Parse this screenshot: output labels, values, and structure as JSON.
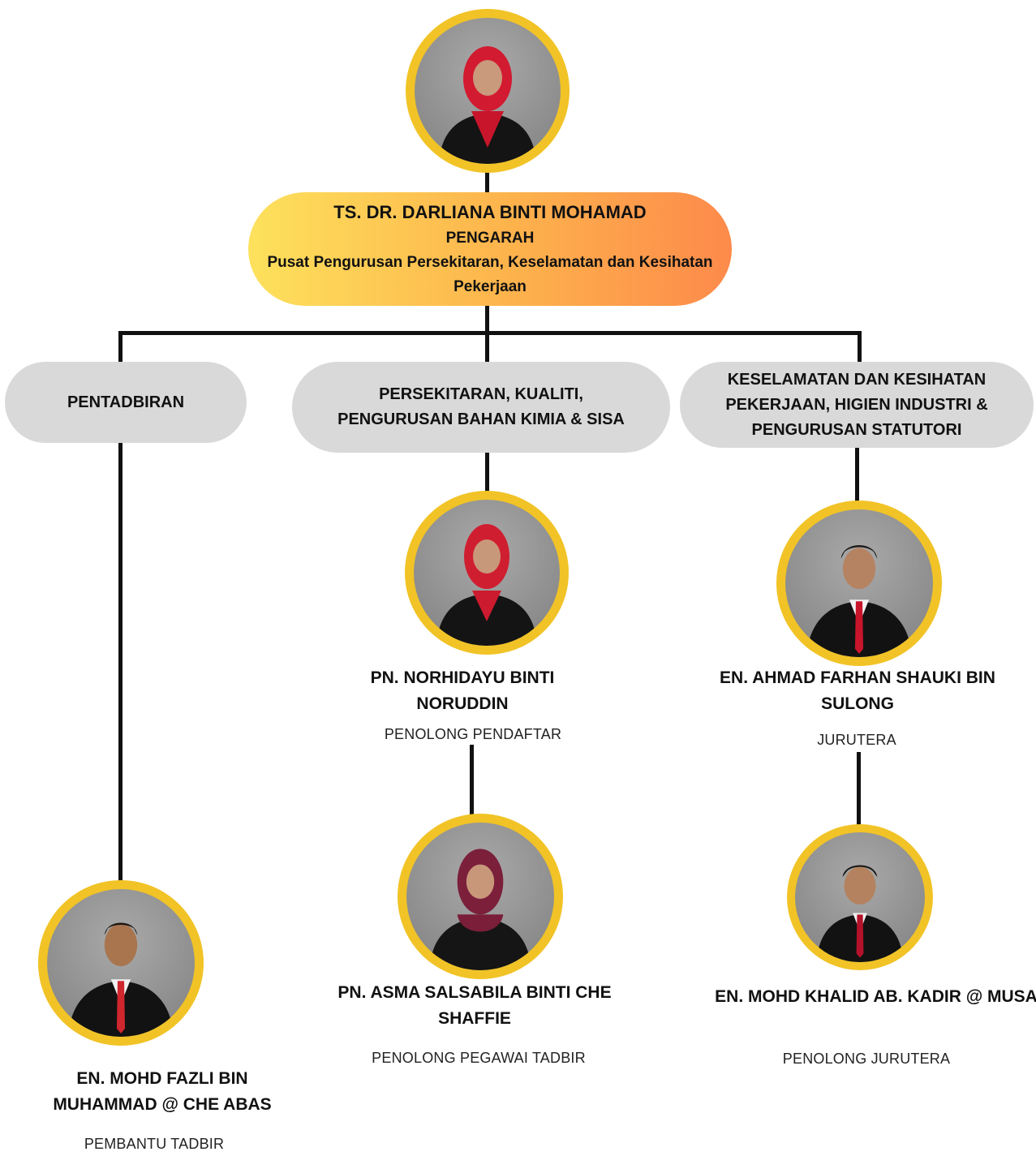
{
  "director": {
    "name": "TS. DR. DARLIANA BINTI MOHAMAD",
    "position": "PENGARAH",
    "organization": "Pusat Pengurusan Persekitaran, Keselamatan dan Kesihatan Pekerjaan"
  },
  "units": [
    {
      "label": "PENTADBIRAN"
    },
    {
      "label": "PERSEKITARAN, KUALITI, PENGURUSAN BAHAN KIMIA & SISA"
    },
    {
      "label": "KESELAMATAN DAN KESIHATAN PEKERJAAN, HIGIEN INDUSTRI & PENGURUSAN STATUTORI"
    }
  ],
  "staff": [
    {
      "name": "PN. NORHIDAYU BINTI NORUDDIN",
      "role": "PENOLONG PENDAFTAR"
    },
    {
      "name": "EN. AHMAD FARHAN SHAUKI BIN SULONG",
      "role": "JURUTERA"
    },
    {
      "name": "PN. ASMA SALSABILA BINTI CHE SHAFFIE",
      "role": "PENOLONG PEGAWAI TADBIR"
    },
    {
      "name": "EN. MOHD KHALID AB. KADIR @ MUSA",
      "role": "PENOLONG JURUTERA"
    },
    {
      "name": "EN. MOHD FAZLI BIN MUHAMMAD @ CHE ABAS",
      "role": "PEMBANTU TADBIR"
    }
  ],
  "colors": {
    "photo_ring": "#f1c326",
    "unit_box": "#d9d9d9",
    "director_gradient": [
      "#fde15c",
      "#fd8a4b"
    ],
    "connector": "#111111"
  }
}
